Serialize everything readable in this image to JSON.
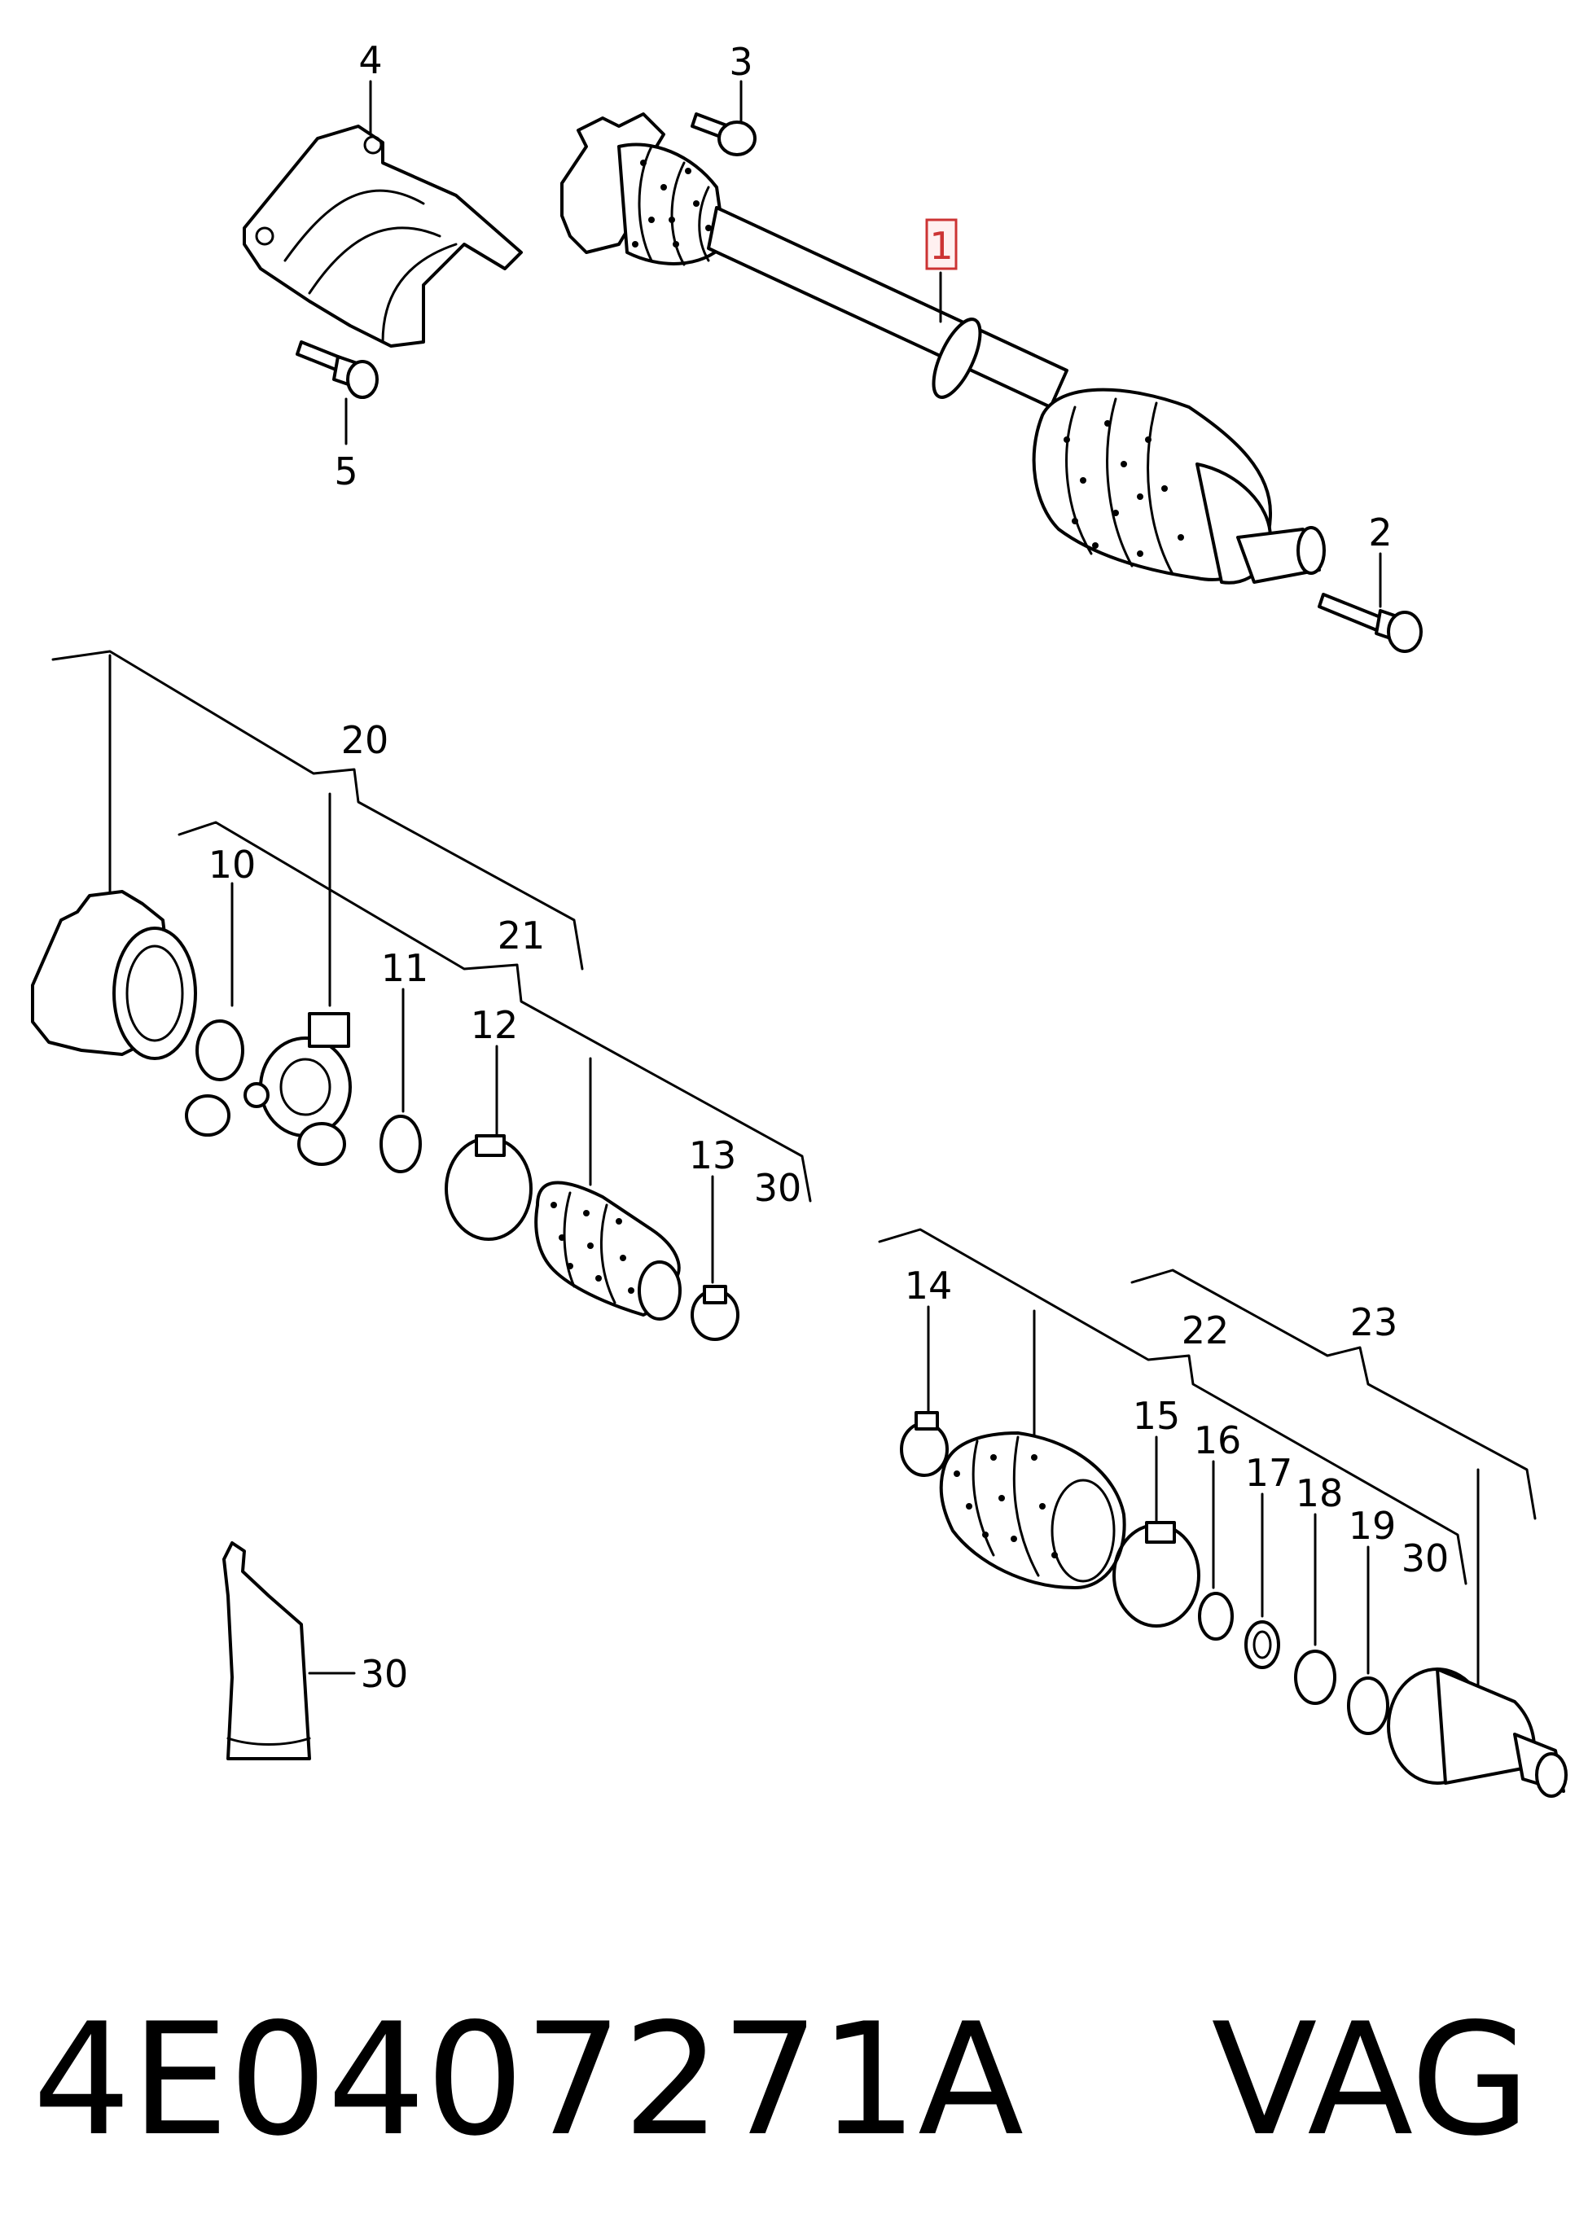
{
  "callouts": {
    "c1": "1",
    "c2": "2",
    "c3": "3",
    "c4": "4",
    "c5": "5",
    "c10": "10",
    "c11": "11",
    "c12": "12",
    "c13": "13",
    "c14": "14",
    "c15": "15",
    "c16": "16",
    "c17": "17",
    "c18": "18",
    "c19": "19",
    "c20": "20",
    "c21": "21",
    "c22": "22",
    "c23": "23",
    "c30a": "30",
    "c30b": "30",
    "c30c": "30"
  },
  "footer": {
    "part_number": "4E0407271A",
    "brand": "VAG"
  },
  "colors": {
    "line": "#000000",
    "highlight_box": "#cc3333",
    "background": "#ffffff"
  }
}
